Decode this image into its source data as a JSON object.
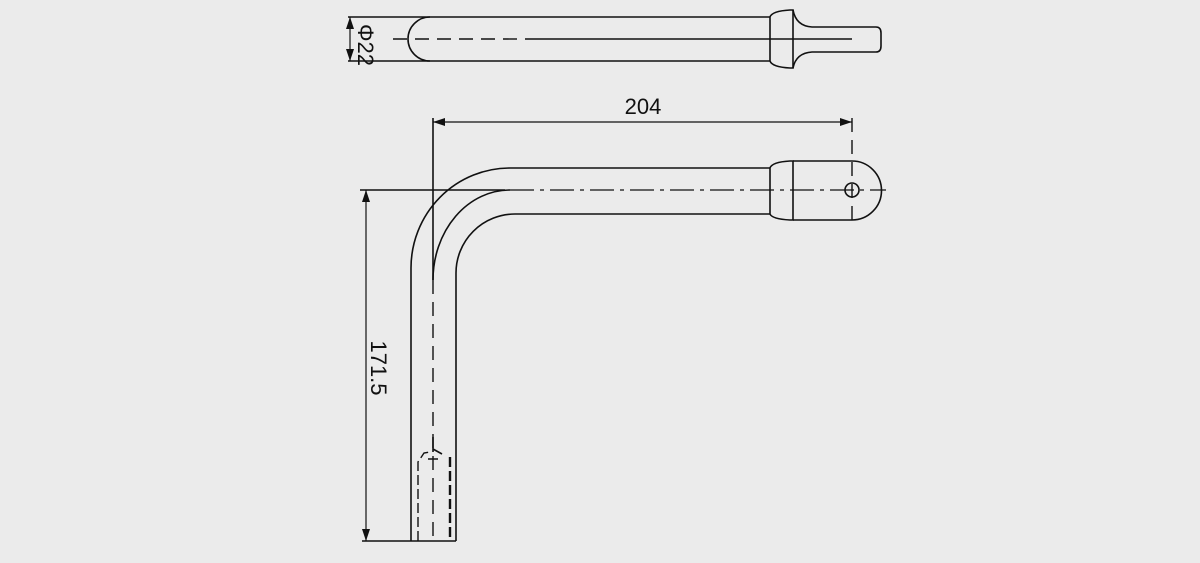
{
  "drawing": {
    "diameter_label": "Φ22",
    "width_dimension": "204",
    "height_dimension": "171.5"
  }
}
